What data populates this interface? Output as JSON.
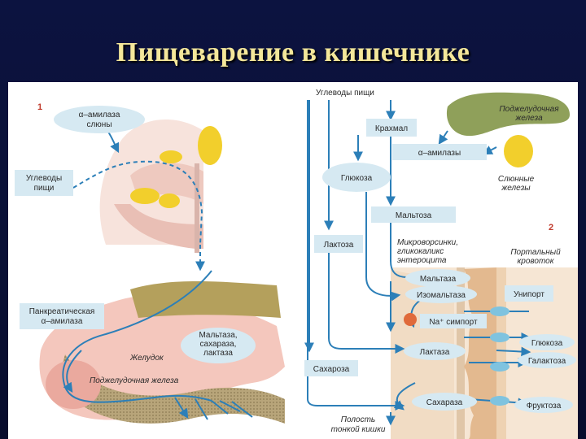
{
  "title": "Пищеварение в кишечнике",
  "panel_numbers": {
    "left": "1",
    "right": "2"
  },
  "left": {
    "amylase_saliva": [
      "α–амилаза",
      "слюны"
    ],
    "carbs_food": [
      "Углеводы",
      "пищи"
    ],
    "pancreatic_amylase": [
      "Панкреатическая",
      "α–амилаза"
    ],
    "brush_enzymes": [
      "Мальтаза,",
      "сахараза,",
      "лактаза"
    ],
    "stomach": "Желудок",
    "pancreas": "Поджелудочная железа"
  },
  "right": {
    "carbs_food": "Углеводы пищи",
    "pancreas_gland": [
      "Поджелудочная",
      "железа"
    ],
    "starch": "Крахмал",
    "alpha_amylase": "α–амилазы",
    "glucose_top": "Глюкоза",
    "salivary_glands": [
      "Слюнные",
      "железы"
    ],
    "maltose": "Мальтоза",
    "lactose": "Лактоза",
    "microvilli": [
      "Микроворсинки,",
      "гликокаликс",
      "энтероцита"
    ],
    "portal": [
      "Портальный",
      "кровоток"
    ],
    "maltase": "Мальтаза",
    "isomaltase": "Изомальтаза",
    "uniport": "Унипорт",
    "na_symport": "Na⁺ симпорт",
    "lactase": "Лактаза",
    "glucose": "Глюкоза",
    "galactose": "Галактоза",
    "sucrose": "Сахароза",
    "sucrase": "Сахараза",
    "fructose": "Фруктоза",
    "lumen": [
      "Полость",
      "тонкой кишки"
    ]
  },
  "colors": {
    "background": "#0c1340",
    "title": "#f4e79a",
    "arrow": "#2c7fb8",
    "box": "#d6e9f2",
    "gland": "#f2cf2c"
  }
}
